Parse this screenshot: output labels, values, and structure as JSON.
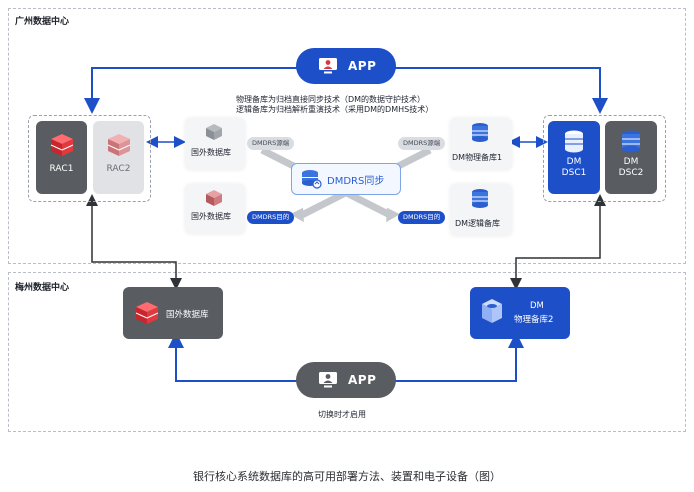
{
  "regions": {
    "guangzhou": "广州数据中心",
    "meizhou": "梅州数据中心"
  },
  "top_app": {
    "label": "APP"
  },
  "bottom_app": {
    "label": "APP",
    "caption": "切换时才启用"
  },
  "tech_notes": [
    "物理备库为归档直接同步技术（DM的数据守护技术）",
    "逻辑备库为归档解析重演技术（采用DM的DMHS技术）"
  ],
  "rac_nodes": [
    "RAC1",
    "RAC2"
  ],
  "dsc_nodes": [
    {
      "line1": "DM",
      "line2": "DSC1"
    },
    {
      "line1": "DM",
      "line2": "DSC2"
    }
  ],
  "foreign_db_1": "国外数据库",
  "foreign_db_2": "国外数据库",
  "dm_physical_standby_1": "DM物理备库1",
  "dm_logical_standby": "DM逻辑备库",
  "chips": {
    "src_left": "DMDRS源端",
    "src_right": "DMDRS源端",
    "dst_left": "DMDRS目的",
    "dst_right": "DMDRS目的"
  },
  "sync_label": "DMDRS同步",
  "meizhou_foreign_db": "国外数据库",
  "meizhou_dm_standby": {
    "line1": "DM",
    "line2": "物理备库2"
  },
  "caption": "银行核心系统数据库的高可用部署方法、装置和电子设备（图）",
  "colors": {
    "blue": "#1d4fc9",
    "dark": "#595c61",
    "grey_arrow": "#c4c7cc",
    "red": "#d63a3f"
  }
}
